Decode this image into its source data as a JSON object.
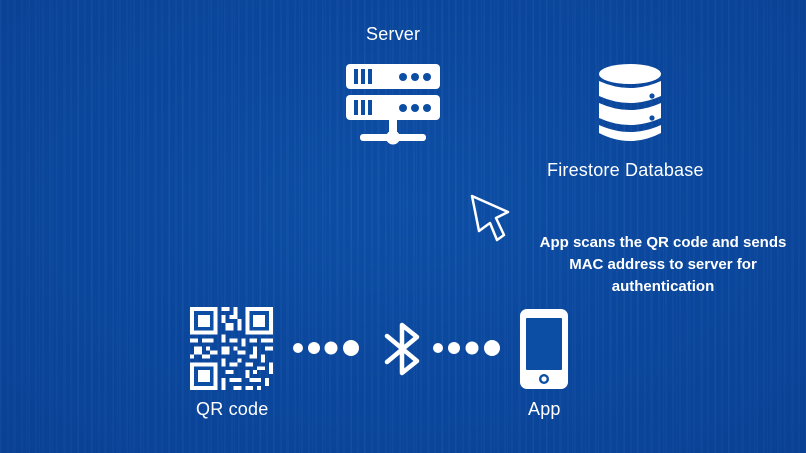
{
  "nodes": {
    "server": {
      "label": "Server",
      "icon": "server-icon"
    },
    "database": {
      "label": "Firestore Database",
      "icon": "database-icon"
    },
    "qr": {
      "label": "QR code",
      "icon": "qr-code-icon"
    },
    "app": {
      "label": "App",
      "icon": "smartphone-icon"
    },
    "bluetooth": {
      "icon": "bluetooth-icon"
    }
  },
  "annotation": {
    "lines": [
      "App scans the QR code and sends",
      "MAC address to server for",
      "authentication"
    ]
  },
  "colors": {
    "background": "#0c4ea4",
    "foreground": "#ffffff"
  }
}
